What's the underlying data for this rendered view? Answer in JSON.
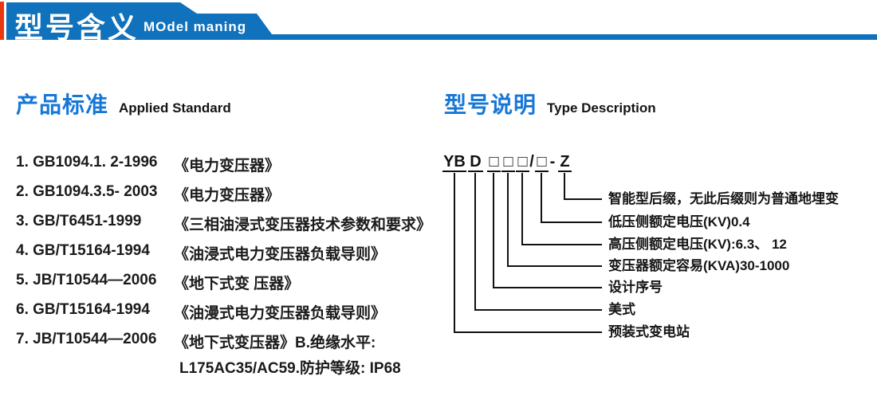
{
  "colors": {
    "banner_blue": "#1071bc",
    "accent_red": "#e8380f",
    "heading_blue": "#1677d7",
    "text_dark": "#1a1a1a"
  },
  "header": {
    "title": "型号含义",
    "subtitle": "MOdel maning"
  },
  "left_section": {
    "heading_zh": "产品标准",
    "heading_en": "Applied Standard",
    "items": [
      {
        "code": "1. GB1094.1. 2-1996",
        "title": "《电力变压器》"
      },
      {
        "code": "2. GB1094.3.5- 2003",
        "title": "《电力变压器》"
      },
      {
        "code": "3. GB/T6451-1999",
        "title": "《三相油浸式变压器技术参数和要求》"
      },
      {
        "code": "4. GB/T15164-1994",
        "title": "《油浸式电力变压器负载导则》"
      },
      {
        "code": "5. JB/T10544—2006",
        "title": "《地下式变 压器》"
      },
      {
        "code": "6. GB/T15164-1994",
        "title": "《油漫式电力变压器负载导则》"
      },
      {
        "code": "7. JB/T10544—2006",
        "title": "《地下式变压器》B.绝缘水平:"
      }
    ],
    "continuation": "L175AC35/AC59.防护等级: IP68"
  },
  "right_section": {
    "heading_zh": "型号说明",
    "heading_en": "Type Description",
    "diagram": {
      "tokens": [
        "YB",
        "D",
        "□",
        "□",
        "□",
        "/",
        "□",
        "-",
        "Z"
      ],
      "labels": [
        "智能型后缀，无此后缀则为普通地埋变",
        "低压侧额定电压(KV)0.4",
        "高压侧额定电压(KV):6.3、 12",
        "变压器额定容易(KVA)30-1000",
        "设计序号",
        "美式",
        "预装式变电站"
      ]
    }
  }
}
